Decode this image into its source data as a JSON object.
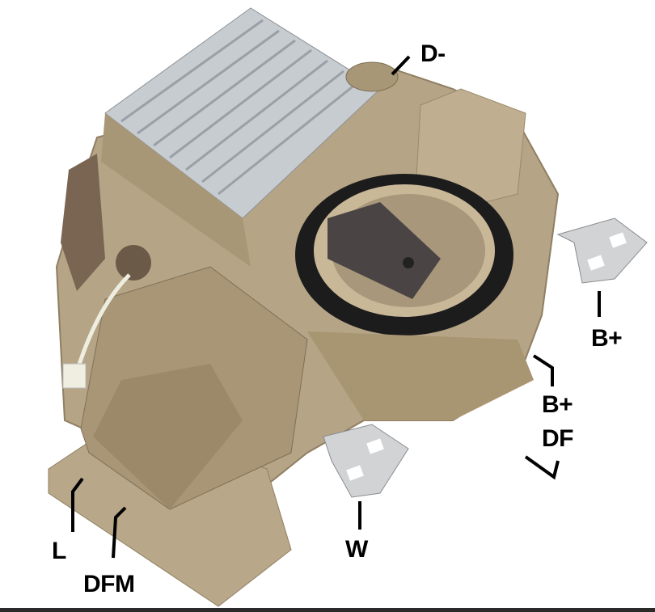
{
  "labels": {
    "d_minus": "D-",
    "b_plus_terminal": "B+",
    "b_plus_df_top": "B+",
    "b_plus_df_bottom": "DF",
    "l": "L",
    "dfm": "DFM",
    "w": "W"
  },
  "colors": {
    "housing": "#b5a486",
    "housing_dark": "#8f7f63",
    "heatsink": "#c7ccd1",
    "seal": "#1c1c1c",
    "terminal": "#d2d3d5"
  }
}
